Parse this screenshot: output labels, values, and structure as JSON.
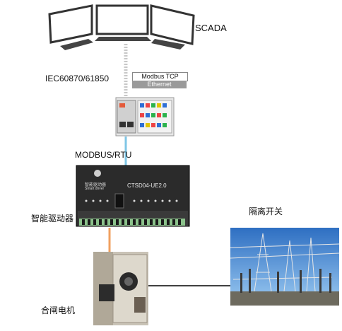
{
  "labels": {
    "scada": "SCADA",
    "iec": "IEC60870/61850",
    "modbus_tcp": "Modbus TCP",
    "ethernet": "Ethernet",
    "modbus_rtu": "MODBUS/RTU",
    "smart_driver": "智能驱动器",
    "isolator": "隔离开关",
    "motor": "合闸电机"
  },
  "device": {
    "panel_text": "CTSD04-UE2.0",
    "panel_subtitle": "智能驱动器",
    "panel_subtitle_en": "Smart driver"
  },
  "colors": {
    "ethernet_line": "#c0c0c0",
    "rtu_line": "#7fc6e6",
    "driver_to_motor": "#f0a060",
    "motor_to_switch": "#000000"
  }
}
